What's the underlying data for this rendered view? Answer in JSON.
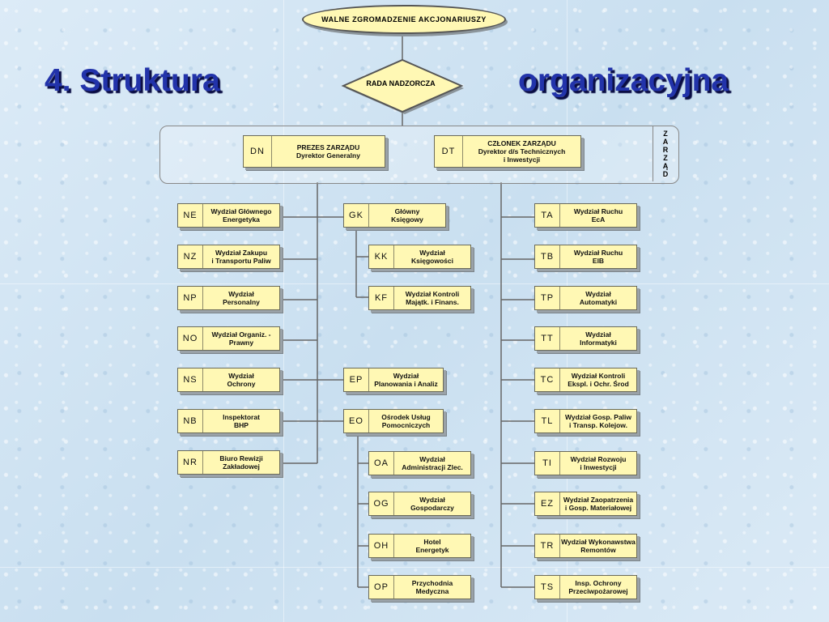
{
  "title": {
    "left": "4. Struktura",
    "right": "organizacyjna"
  },
  "top": {
    "assembly": "WALNE ZGROMADZENIE AKCJONARIUSZY",
    "supervisory": "RADA NADZORCZA",
    "board_label": [
      "Z",
      "A",
      "R",
      "Z",
      "Ą",
      "D"
    ]
  },
  "management": [
    {
      "code": "DN",
      "name": "PREZES ZARZĄDU\nDyrektor Generalny"
    },
    {
      "code": "DT",
      "name": "CZŁONEK ZARZĄDU\nDyrektor d/s Technicznych\ni Inwestycji"
    }
  ],
  "left_column": [
    {
      "code": "NE",
      "name": "Wydział Głównego\nEnergetyka"
    },
    {
      "code": "NZ",
      "name": "Wydział Zakupu\ni Transportu Paliw"
    },
    {
      "code": "NP",
      "name": "Wydział\nPersonalny"
    },
    {
      "code": "NO",
      "name": "Wydział Organiz. -\nPrawny"
    },
    {
      "code": "NS",
      "name": "Wydział\nOchrony"
    },
    {
      "code": "NB",
      "name": "Inspektorat\nBHP"
    },
    {
      "code": "NR",
      "name": "Biuro Rewizji\nZakładowej"
    }
  ],
  "middle_column": [
    {
      "code": "GK",
      "name": "Główny\nKsięgowy"
    },
    {
      "code": "KK",
      "name": "Wydział\nKsięgowości"
    },
    {
      "code": "KF",
      "name": "Wydział Kontroli\nMajątk. i Finans."
    },
    {
      "code": "EP",
      "name": "Wydział\nPlanowania i Analiz"
    },
    {
      "code": "EO",
      "name": "Ośrodek Usług\nPomocniczych"
    },
    {
      "code": "OA",
      "name": "Wydział\nAdministracji Zlec."
    },
    {
      "code": "OG",
      "name": "Wydział\nGospodarczy"
    },
    {
      "code": "OH",
      "name": "Hotel\nEnergetyk"
    },
    {
      "code": "OP",
      "name": "Przychodnia\nMedyczna"
    }
  ],
  "right_column": [
    {
      "code": "TA",
      "name": "Wydział Ruchu\nEcA"
    },
    {
      "code": "TB",
      "name": "Wydział Ruchu\nElB"
    },
    {
      "code": "TP",
      "name": "Wydział\nAutomatyki"
    },
    {
      "code": "TT",
      "name": "Wydział\nInformatyki"
    },
    {
      "code": "TC",
      "name": "Wydział Kontroli\nEkspl. i Ochr. Środ"
    },
    {
      "code": "TL",
      "name": "Wydział Gosp. Paliw\ni Transp. Kolejow."
    },
    {
      "code": "TI",
      "name": "Wydział Rozwoju\ni Inwestycji"
    },
    {
      "code": "EZ",
      "name": "Wydział Zaopatrzenia\ni Gosp. Materiałowej"
    },
    {
      "code": "TR",
      "name": "Wydział Wykonawstwa\nRemontów"
    },
    {
      "code": "TS",
      "name": "Insp. Ochrony\nPrzeciwpożarowej"
    }
  ]
}
